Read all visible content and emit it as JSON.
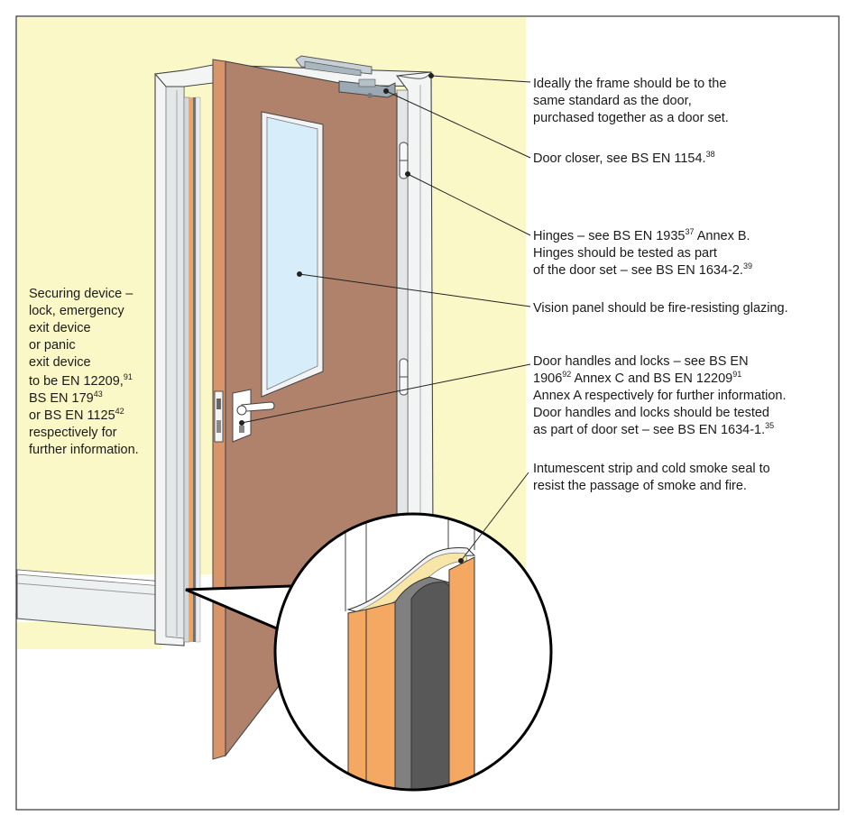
{
  "colors": {
    "wall": "#fbf8c8",
    "door": "#b0826c",
    "door_edge": "#d9956a",
    "frame": "#f2f3f3",
    "glass": "#d7eefa",
    "closer": "#9aa9b3",
    "orange": "#f5a862",
    "seal": "#585858",
    "outline": "#333333"
  },
  "callouts": {
    "frame": [
      "Ideally the frame should be to the",
      "same standard as the door,",
      "purchased together as a door set."
    ],
    "closer": {
      "text": "Door closer, see BS EN 1154.",
      "ref": "38"
    },
    "hinges": {
      "line1_a": "Hinges – see BS EN 1935",
      "line1_ref": "37",
      "line1_b": " Annex B.",
      "line2": "Hinges should be tested as part",
      "line3_a": "of the door set – see BS EN 1634-2.",
      "line3_ref": "39"
    },
    "vision": "Vision panel should be fire-resisting glazing.",
    "handles": {
      "line1": "Door handles and locks – see BS EN",
      "line2_a": "1906",
      "line2_ref1": "92",
      "line2_b": " Annex C and BS EN 12209",
      "line2_ref2": "91",
      "line3": "Annex A respectively for further information.",
      "line4": "Door handles and locks should be tested",
      "line5_a": "as part of door set – see BS EN 1634-1.",
      "line5_ref": "35"
    },
    "intumescent": [
      "Intumescent strip and cold smoke seal to",
      "resist the passage of smoke and fire."
    ],
    "securing": {
      "line1": "Securing device –",
      "line2": "lock, emergency",
      "line3": "exit device",
      "line4": "or panic",
      "line5": "exit device",
      "line6_a": "to be EN 12209,",
      "line6_ref": "91",
      "line7_a": "BS EN 179",
      "line7_ref": "43",
      "line8_a": "or BS EN 1125",
      "line8_ref": "42",
      "line9": "respectively for",
      "line10": "further information."
    }
  }
}
